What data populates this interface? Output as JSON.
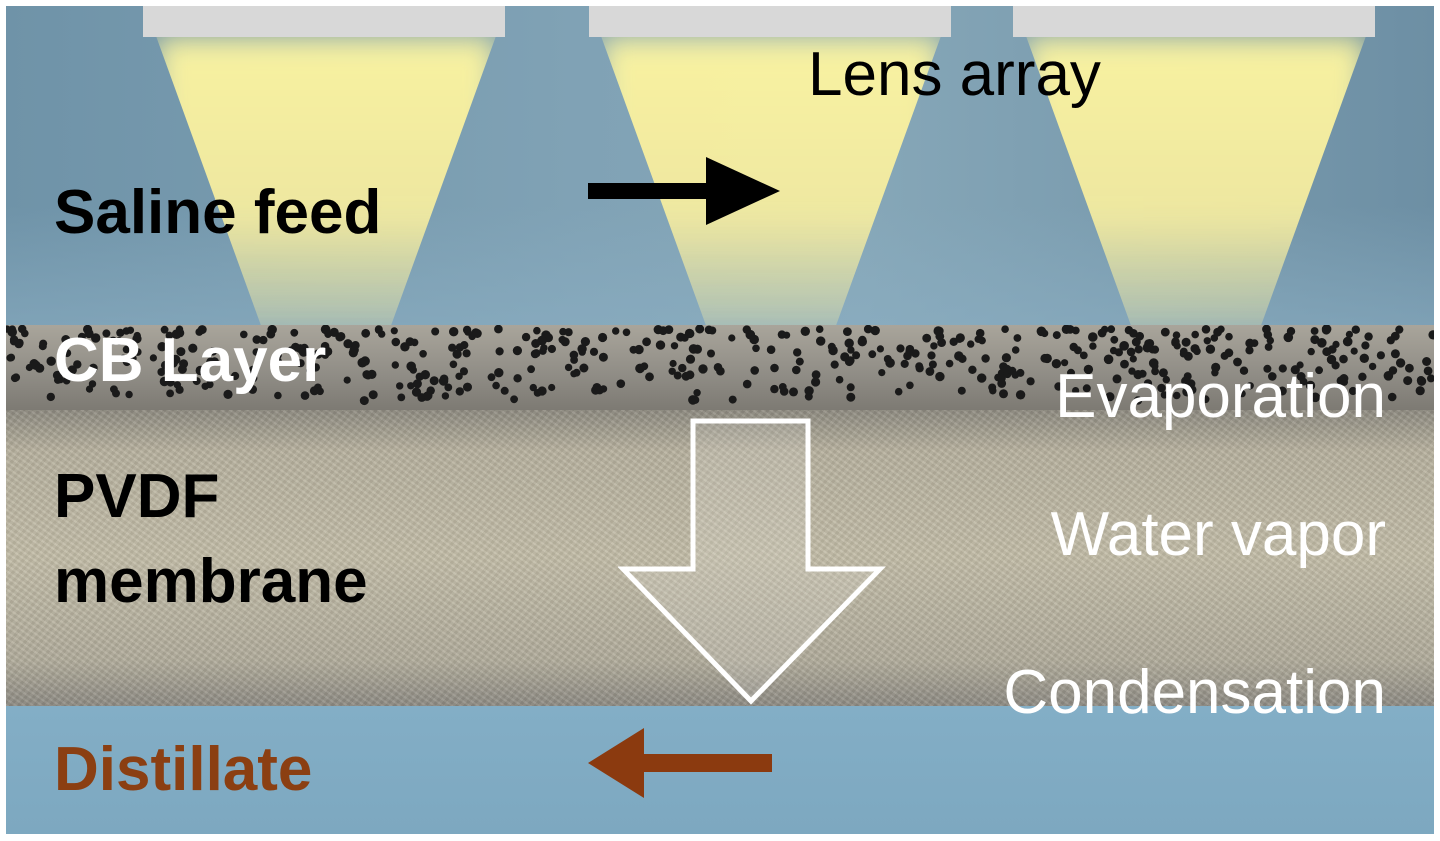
{
  "diagram": {
    "title": "Solar membrane distillation schematic",
    "labels": {
      "lens_array": "Lens array",
      "saline_feed": "Saline feed",
      "cb_layer": "CB Layer",
      "pvdf_line1": "PVDF",
      "pvdf_line2": "membrane",
      "evaporation": "Evaporation",
      "water_vapor": "Water vapor",
      "condensation": "Condensation",
      "distillate": "Distillate"
    },
    "layers": [
      {
        "name": "Saline feed",
        "color": "#7fa1b4"
      },
      {
        "name": "CB Layer",
        "color": "#8f8c85"
      },
      {
        "name": "PVDF membrane",
        "color": "#bdb7a3"
      },
      {
        "name": "Distillate",
        "color": "#80abc3"
      }
    ],
    "lenses": 3,
    "arrows": [
      {
        "name": "feed-flow-arrow",
        "direction": "right",
        "color": "#000000"
      },
      {
        "name": "vapor-transport-arrow",
        "direction": "down",
        "color": "#ffffff"
      },
      {
        "name": "distillate-flow-arrow",
        "direction": "left",
        "color": "#8b3a0f"
      }
    ],
    "colors": {
      "light_beam": "#fff7a0",
      "lens": "#d8d8d8",
      "distillate_text": "#8b3f12",
      "particles": "#1a1a1a"
    }
  }
}
